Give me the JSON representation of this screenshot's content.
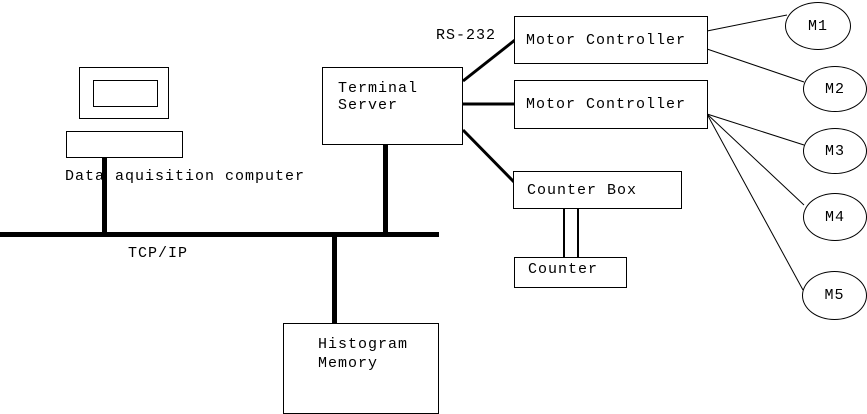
{
  "diagram": {
    "title": "Data acquisition system diagram",
    "colors": {
      "line": "#000000",
      "background": "#ffffff"
    },
    "computer": {
      "label": "Data aquisition computer"
    },
    "bus": {
      "label": "TCP/IP"
    },
    "terminal_server": {
      "label": "Terminal\nServer"
    },
    "rs232": {
      "label": "RS-232"
    },
    "motor_controllers": [
      {
        "label": "Motor Controller"
      },
      {
        "label": "Motor Controller"
      }
    ],
    "counter_box": {
      "label": "Counter Box"
    },
    "counter": {
      "label": "Counter"
    },
    "histogram_memory": {
      "label": "Histogram\nMemory"
    },
    "motors": [
      {
        "label": "M1"
      },
      {
        "label": "M2"
      },
      {
        "label": "M3"
      },
      {
        "label": "M4"
      },
      {
        "label": "M5"
      }
    ]
  }
}
